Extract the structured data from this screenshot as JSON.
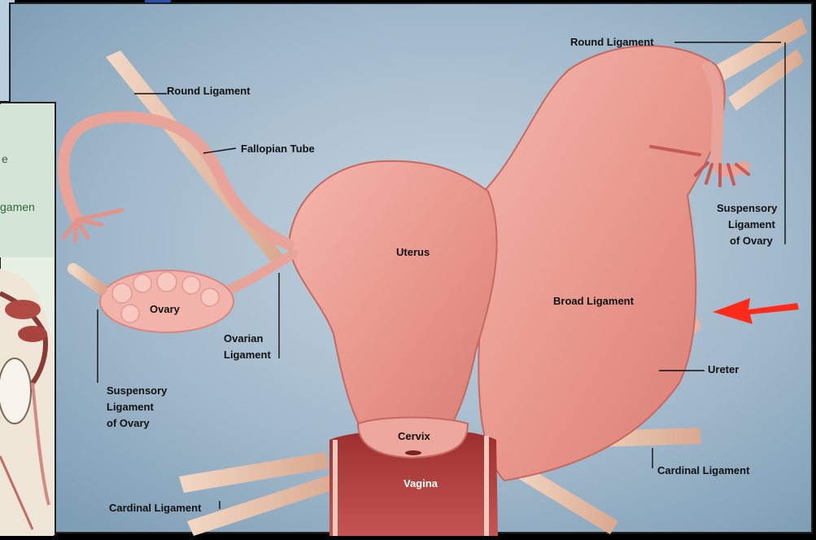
{
  "background_slide": {
    "partial_labels": [
      "e",
      "gamen"
    ]
  },
  "diagram": {
    "labels": {
      "round_ligament_left": "Round Ligament",
      "round_ligament_right": "Round Ligament",
      "fallopian_tube": "Fallopian Tube",
      "uterus": "Uterus",
      "ovary": "Ovary",
      "ovarian_ligament": [
        "Ovarian",
        "Ligament"
      ],
      "broad_ligament": "Broad Ligament",
      "suspensory_ligament_left": [
        "Suspensory",
        "Ligament",
        "of Ovary"
      ],
      "suspensory_ligament_right": [
        "Suspensory",
        "Ligament",
        "of Ovary"
      ],
      "ureter": "Ureter",
      "cervix": "Cervix",
      "vagina": "Vagina",
      "cardinal_ligament_left": "Cardinal Ligament",
      "cardinal_ligament_right": "Cardinal Ligament"
    },
    "colors": {
      "background": "#9fb6c8",
      "tissue": "#e89a8f",
      "tissue_dark": "#c2605a",
      "ligament_band": "#e8c2a8",
      "arrow": "#ff2a1a"
    }
  }
}
